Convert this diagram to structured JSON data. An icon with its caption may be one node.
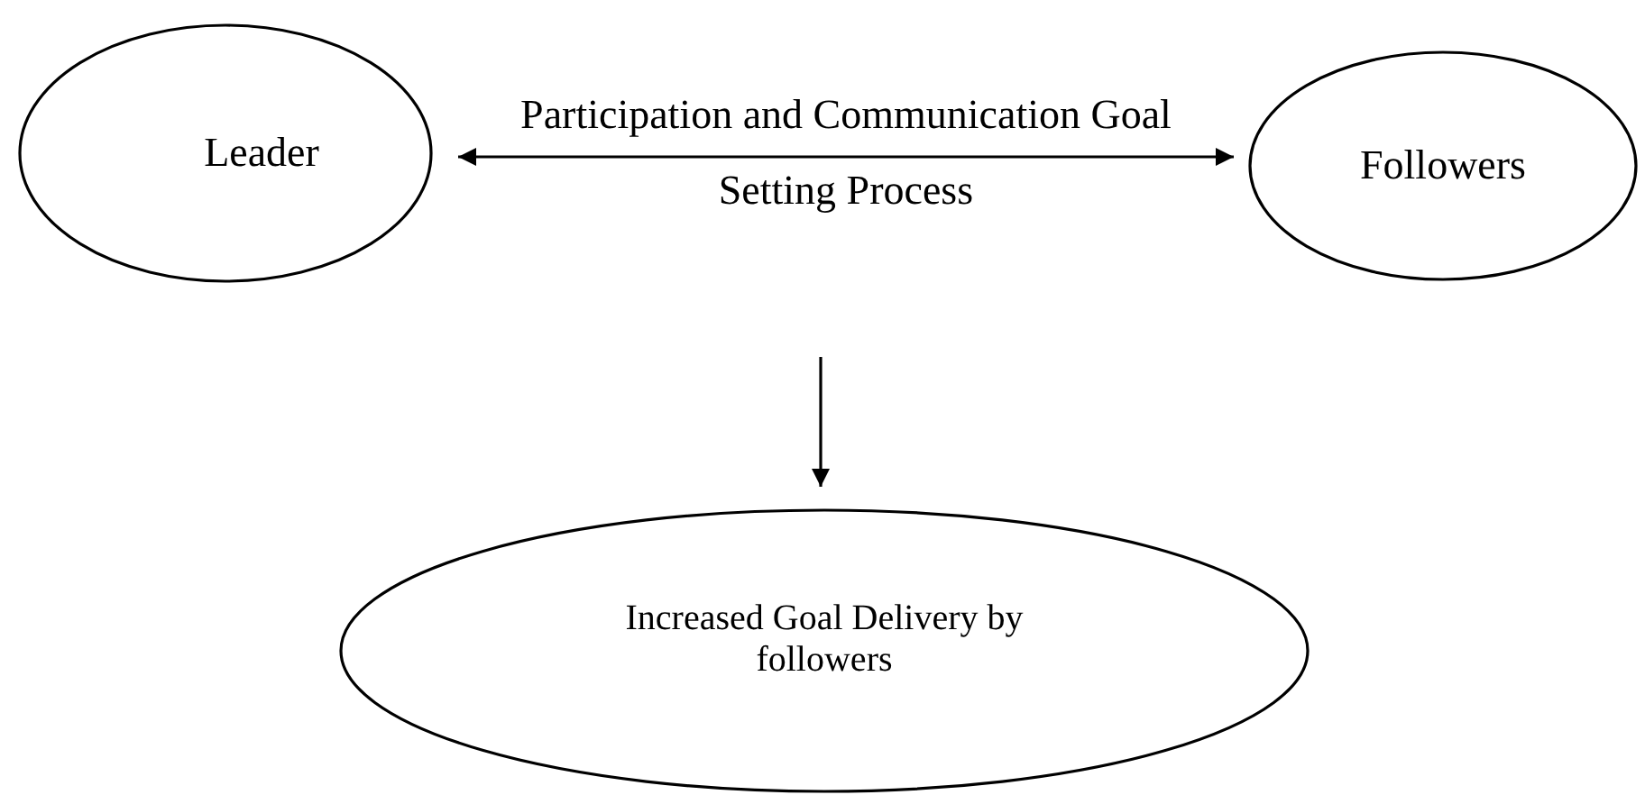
{
  "diagram": {
    "nodes": [
      {
        "text": [
          "Leader"
        ]
      },
      {
        "text": [
          "Followers"
        ]
      },
      {
        "text": [
          "Increased Goal Delivery by followers"
        ]
      }
    ],
    "edges": [
      {
        "from": 0,
        "to": 1,
        "arrow": "both",
        "label": "Participation and Communication Goal Setting Process"
      },
      {
        "from": null,
        "to": 2,
        "arrow": "to"
      }
    ]
  }
}
